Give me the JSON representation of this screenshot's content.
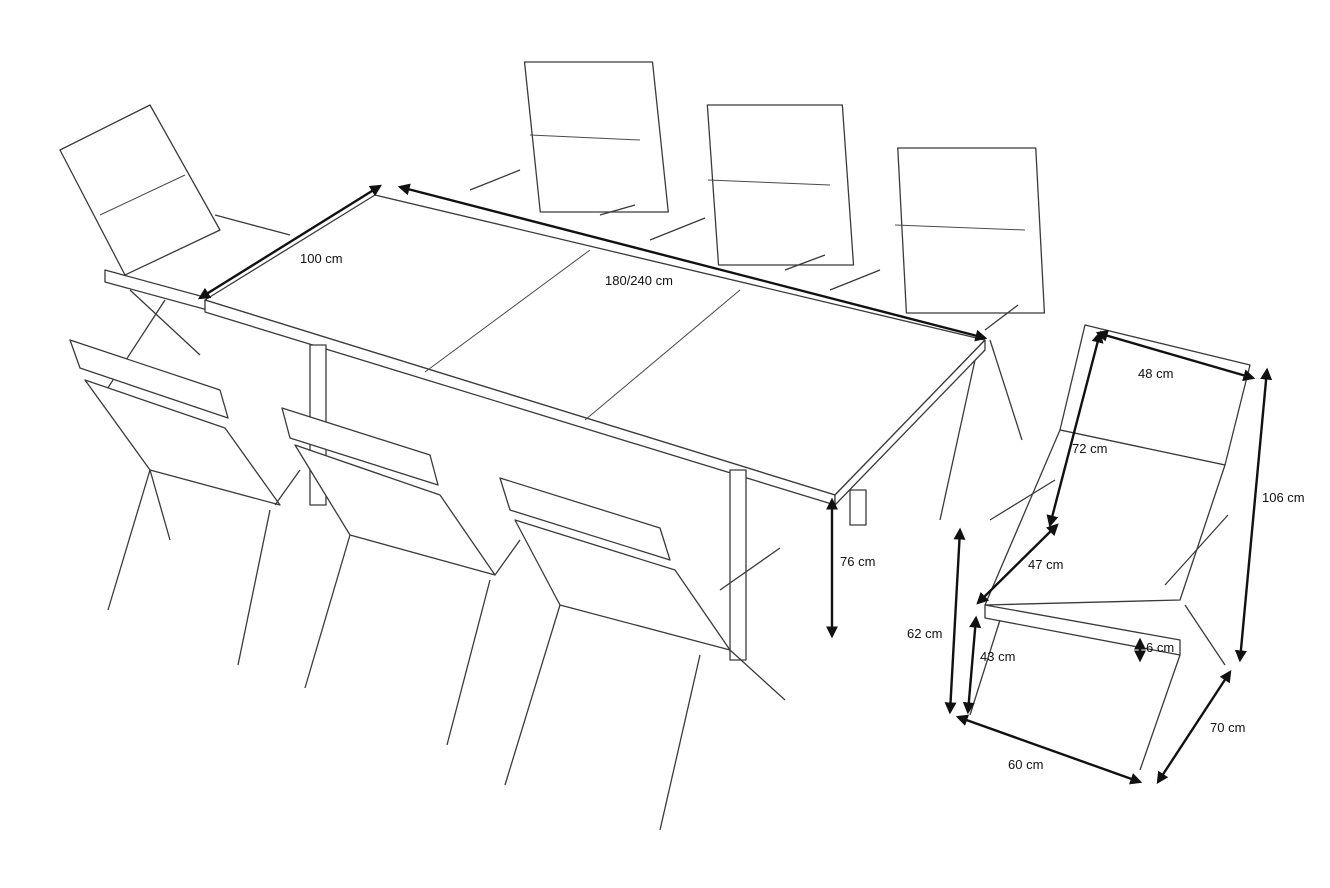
{
  "dimensions": {
    "table_depth": "100 cm",
    "table_length": "180/240 cm",
    "table_height": "76 cm",
    "chair_back_width": "48 cm",
    "chair_back_height": "72 cm",
    "chair_total_height": "106 cm",
    "chair_seat_width": "47 cm",
    "chair_armrest_height": "62 cm",
    "chair_seat_height": "43 cm",
    "chair_cushion_thickness": "6 cm",
    "chair_width": "60 cm",
    "chair_depth": "70 cm"
  }
}
